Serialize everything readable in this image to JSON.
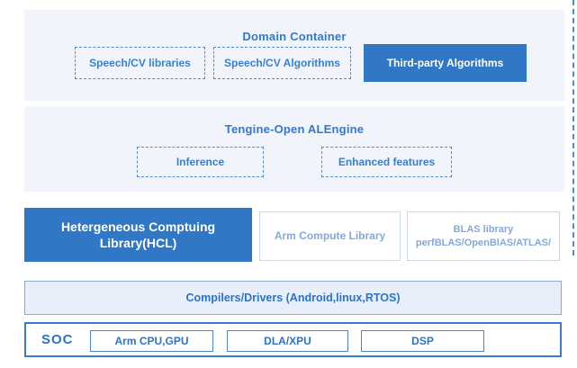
{
  "colors": {
    "accent_blue_fill": "#3077c6",
    "dashed_border_blue": "#4e8ad2",
    "title_text_blue": "#3279cd",
    "label_text_blue": "#3a7ed2",
    "muted_label_blue": "#84a8dc",
    "section_background": "#f1f5fb",
    "compilers_background": "#e9effa",
    "soc_border_blue": "#3b7ac9"
  },
  "domain_container": {
    "title": "Domain Container",
    "boxes": [
      {
        "label": "Speech/CV libraries",
        "style": "dashed"
      },
      {
        "label": "Speech/CV Algorithms",
        "style": "dashed"
      },
      {
        "label": "Third-party Algorithms",
        "style": "solid"
      }
    ]
  },
  "alengine": {
    "title": "Tengine-Open ALEngine",
    "boxes": [
      {
        "label": "Inference",
        "style": "dashed"
      },
      {
        "label": "Enhanced features",
        "style": "dashed"
      }
    ]
  },
  "libraries": {
    "hcl": {
      "line1": "Hetergeneous Comptuing",
      "line2": "Library(HCL)"
    },
    "acl": {
      "label": "Arm Compute Library"
    },
    "blas": {
      "line1": "BLAS library",
      "line2": "perfBLAS/OpenBlAS/ATLAS/"
    }
  },
  "compilers": {
    "label": "Compilers/Drivers (Android,linux,RTOS)"
  },
  "soc": {
    "label": "SOC",
    "chips": [
      {
        "label": "Arm CPU,GPU"
      },
      {
        "label": "DLA/XPU"
      },
      {
        "label": "DSP"
      }
    ]
  }
}
